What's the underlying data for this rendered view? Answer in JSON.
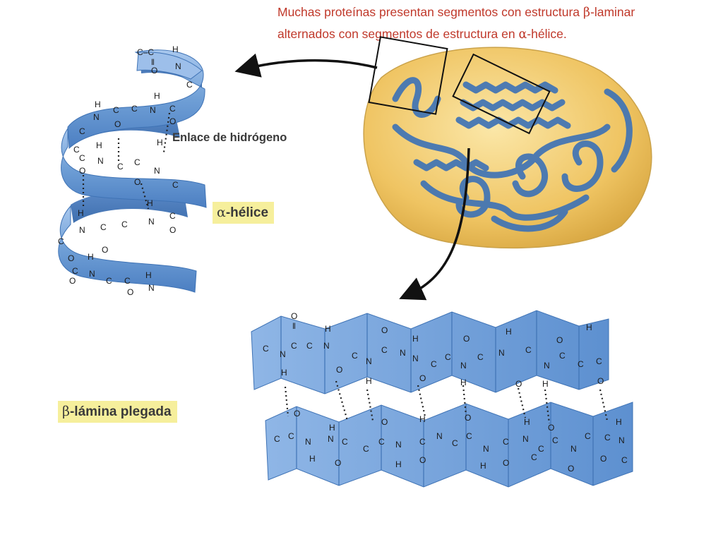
{
  "caption": {
    "line1_pre": "Muchas proteínas presentan segmentos con estructura ",
    "line1_greek": "β",
    "line1_post": "-laminar",
    "line2_pre": "alternados con segmentos de estructura en ",
    "line2_greek": "α",
    "line2_post": "-hélice."
  },
  "labels": {
    "hydrogen_bond": "Enlace de hidrógeno",
    "alpha_greek": "α",
    "alpha_text": "-hélice",
    "beta_greek": "β",
    "beta_text": "-lámina plegada"
  },
  "colors": {
    "caption": "#c0392b",
    "ribbon": "#6f9fd6",
    "ribbon_dark": "#3f73b5",
    "protein_body": "#eec865",
    "tag_bg": "#f6ef9c"
  }
}
